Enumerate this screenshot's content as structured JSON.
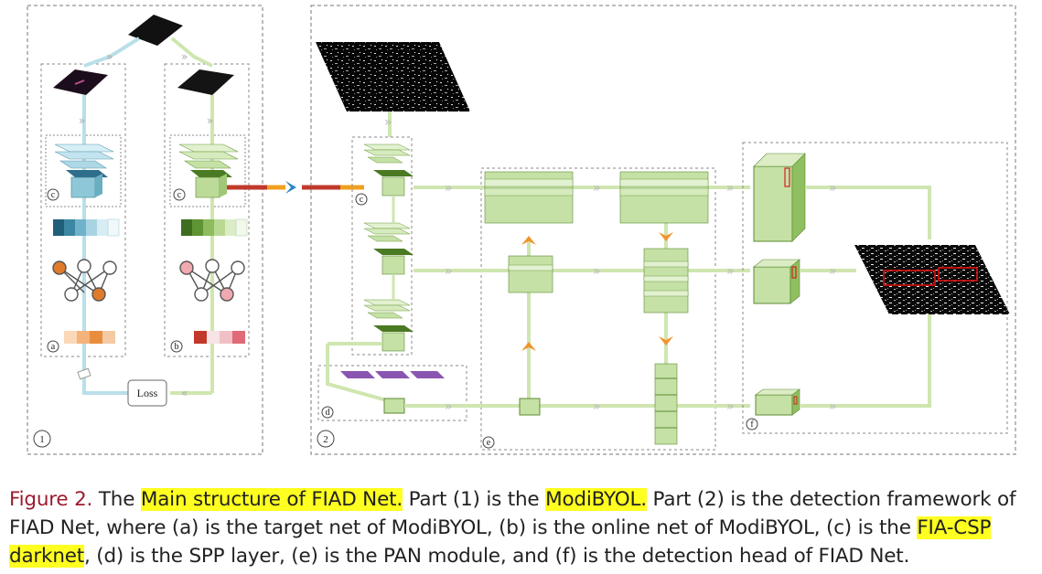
{
  "figure": {
    "part_labels": [
      "1",
      "2"
    ],
    "section_labels": {
      "a": "a",
      "b": "b",
      "c_target": "c",
      "c_online": "c",
      "c_detect": "c",
      "d": "d",
      "e": "e",
      "f": "f"
    },
    "loss_label": "Loss"
  },
  "caption": {
    "label": "Figure 2.",
    "seg1": " The ",
    "hl1": "Main structure of FIAD Net.",
    "seg2": " Part (1) is the ",
    "hl2": "ModiBYOL.",
    "seg3": " Part (2) is the detection framework of FIAD Net, where (a) is the target net of ModiBYOL, (b) is the online net of ModiBYOL, (c) is the ",
    "hl3": "FIA-CSP darknet",
    "seg4": ", (d) is the SPP layer, (e) is the PAN module, and (f) is the detection head of FIAD Net."
  },
  "colors": {
    "highlight": "#ffff20",
    "caption_label": "#9b1b2e",
    "green_path": "#cfe6b0",
    "blue_path": "#b9dfe9",
    "red_link": "#c0392b",
    "orange_link": "#f0a020"
  }
}
